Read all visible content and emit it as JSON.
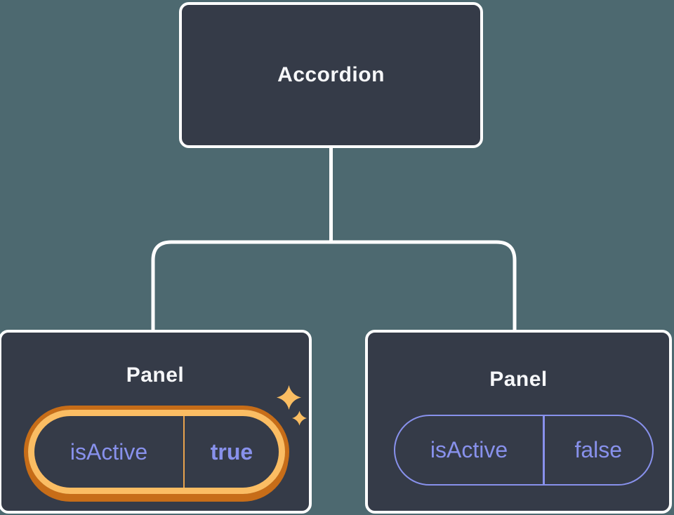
{
  "colors": {
    "background": "#4d6970",
    "node_fill": "#353b48",
    "node_border": "#ffffff",
    "node_text": "#f6f7f9",
    "state_purple": "#8891ec",
    "highlight_gold": "#fbbd63",
    "highlight_orange": "#c76d18",
    "highlight_divider": "#e8a24d"
  },
  "tree": {
    "root": {
      "label": "Accordion"
    },
    "children": [
      {
        "label": "Panel",
        "state_key": "isActive",
        "state_value": "true",
        "highlighted": true,
        "icon": "sparkles-icon"
      },
      {
        "label": "Panel",
        "state_key": "isActive",
        "state_value": "false",
        "highlighted": false
      }
    ]
  }
}
